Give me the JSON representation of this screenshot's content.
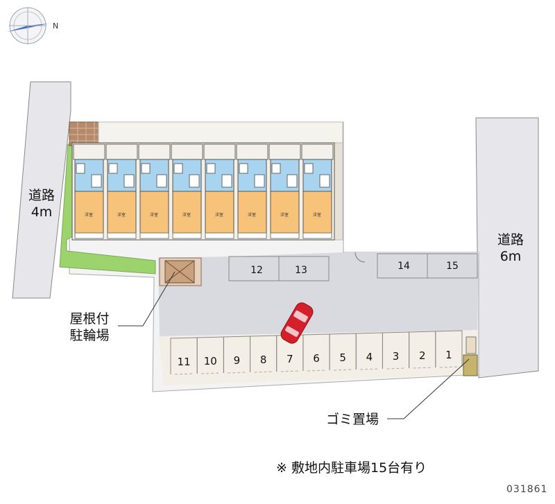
{
  "compass": {
    "north_label": "N"
  },
  "roads": {
    "west": {
      "name": "道路",
      "width": "4m"
    },
    "east": {
      "name": "道路",
      "width": "6m"
    }
  },
  "labels": {
    "bike_shelter_line1": "屋根付",
    "bike_shelter_line2": "駐輪場",
    "garbage_area": "ゴミ置場"
  },
  "parking": {
    "upper_row": [
      "12",
      "13",
      "14",
      "15"
    ],
    "lower_row": [
      "11",
      "10",
      "9",
      "8",
      "7",
      "6",
      "5",
      "4",
      "3",
      "2",
      "1"
    ]
  },
  "building": {
    "unit_label": "洋室"
  },
  "note": "※ 敷地内駐車場15台有り",
  "property_code": "031861",
  "colors": {
    "road": "#e8e8ec",
    "parking": "#d8d9df",
    "hedge": "#9cd36d",
    "room_orange": "#f7c27a",
    "room_blue": "#a9d4ef",
    "car": "#d4202a"
  }
}
